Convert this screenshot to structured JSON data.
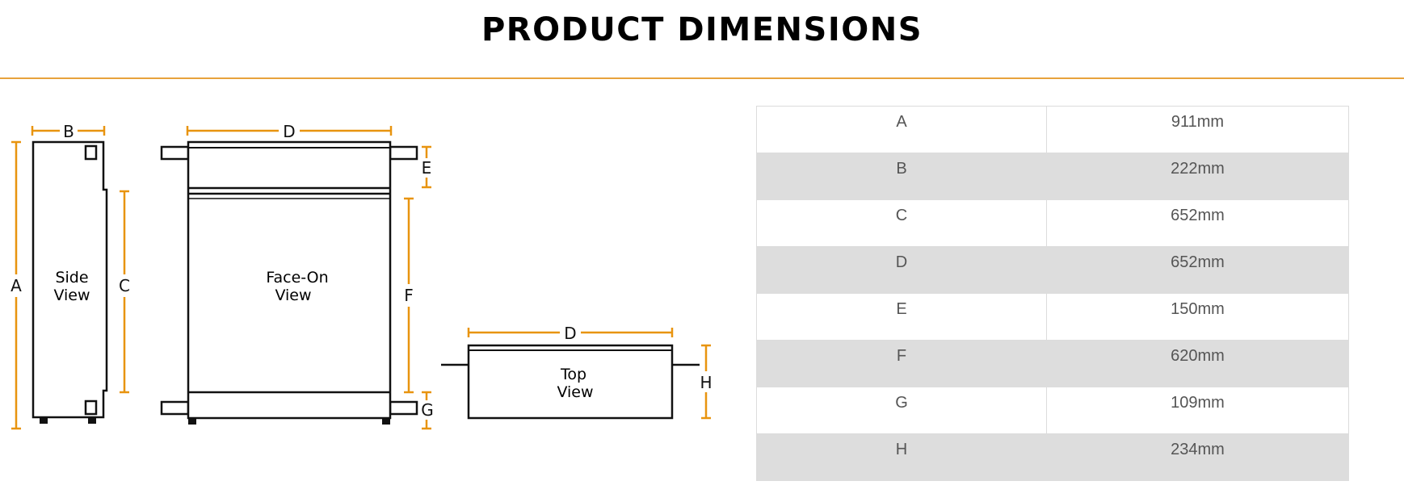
{
  "header": {
    "title": "PRODUCT DIMENSIONS"
  },
  "views": {
    "side": [
      "Side",
      "View"
    ],
    "face": [
      "Face-On",
      "View"
    ],
    "top": [
      "Top",
      "View"
    ]
  },
  "letters": {
    "a": "A",
    "b": "B",
    "c": "C",
    "d": "D",
    "e": "E",
    "f": "F",
    "g": "G",
    "h": "H"
  },
  "table": [
    {
      "key": "A",
      "value": "911mm"
    },
    {
      "key": "B",
      "value": "222mm"
    },
    {
      "key": "C",
      "value": "652mm"
    },
    {
      "key": "D",
      "value": "652mm"
    },
    {
      "key": "E",
      "value": "150mm"
    },
    {
      "key": "F",
      "value": "620mm"
    },
    {
      "key": "G",
      "value": "109mm"
    },
    {
      "key": "H",
      "value": "234mm"
    }
  ],
  "colors": {
    "accent": "#e8940f",
    "rule": "#e8a23c",
    "row_shade": "#dddddd"
  }
}
